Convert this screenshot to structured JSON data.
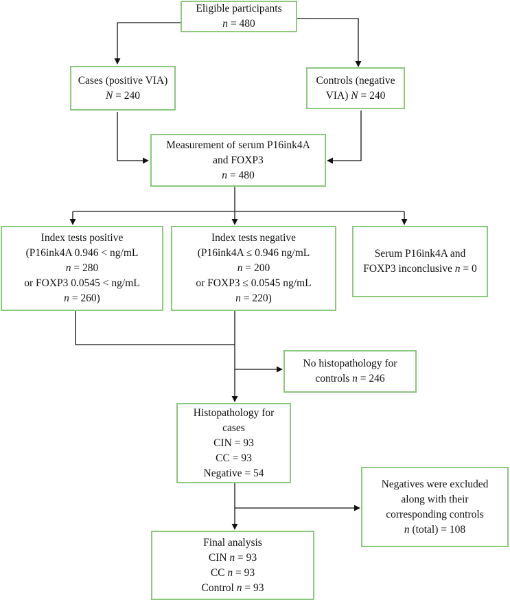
{
  "flowchart": {
    "eligible": {
      "lines": [
        {
          "pre": "Eligible participants",
          "var": "",
          "post": ""
        },
        {
          "pre": "",
          "var": "n",
          "post": " = 480"
        }
      ]
    },
    "cases": {
      "lines": [
        {
          "pre": "Cases (positive VIA)",
          "var": "",
          "post": ""
        },
        {
          "pre": "",
          "var": "N",
          "post": " = 240"
        }
      ]
    },
    "controls": {
      "lines": [
        {
          "pre": "Controls (negative",
          "var": "",
          "post": ""
        },
        {
          "pre": "VIA) ",
          "var": "N",
          "post": " = 240"
        }
      ]
    },
    "measurement": {
      "lines": [
        {
          "pre": "Measurement of serum P16ink4A",
          "var": "",
          "post": ""
        },
        {
          "pre": "and FOXP3",
          "var": "",
          "post": ""
        },
        {
          "pre": "",
          "var": "n",
          "post": " = 480"
        }
      ]
    },
    "index_positive": {
      "lines": [
        {
          "pre": "Index tests positive",
          "var": "",
          "post": ""
        },
        {
          "pre": "(P16ink4A 0.946 < ng/mL",
          "var": "",
          "post": ""
        },
        {
          "pre": "",
          "var": "n",
          "post": " = 280"
        },
        {
          "pre": "or FOXP3 0.0545 < ng/mL",
          "var": "",
          "post": ""
        },
        {
          "pre": "",
          "var": "n",
          "post": " = 260)"
        }
      ]
    },
    "index_negative": {
      "lines": [
        {
          "pre": "Index tests negative",
          "var": "",
          "post": ""
        },
        {
          "pre": "(P16ink4A ≤ 0.946 ng/mL",
          "var": "",
          "post": ""
        },
        {
          "pre": "",
          "var": "n",
          "post": " = 200"
        },
        {
          "pre": "or FOXP3 ≤ 0.0545 ng/mL",
          "var": "",
          "post": ""
        },
        {
          "pre": "",
          "var": "n",
          "post": " = 220)"
        }
      ]
    },
    "inconclusive": {
      "lines": [
        {
          "pre": "Serum P16ink4A and",
          "var": "",
          "post": ""
        },
        {
          "pre": "FOXP3 inconclusive ",
          "var": "n",
          "post": " = 0"
        }
      ]
    },
    "no_histo": {
      "lines": [
        {
          "pre": "No histopathology for",
          "var": "",
          "post": ""
        },
        {
          "pre": "controls ",
          "var": "n",
          "post": " = 246"
        }
      ]
    },
    "histo": {
      "lines": [
        {
          "pre": "Histopathology for",
          "var": "",
          "post": ""
        },
        {
          "pre": "cases",
          "var": "",
          "post": ""
        },
        {
          "pre": "CIN = 93",
          "var": "",
          "post": ""
        },
        {
          "pre": "CC = 93",
          "var": "",
          "post": ""
        },
        {
          "pre": "Negative = 54",
          "var": "",
          "post": ""
        }
      ]
    },
    "excluded": {
      "lines": [
        {
          "pre": "Negatives were excluded",
          "var": "",
          "post": ""
        },
        {
          "pre": "along with their",
          "var": "",
          "post": ""
        },
        {
          "pre": "corresponding controls",
          "var": "",
          "post": ""
        },
        {
          "pre": "",
          "var": "n",
          "post": " (total) = 108"
        }
      ]
    },
    "final": {
      "lines": [
        {
          "pre": "Final analysis",
          "var": "",
          "post": ""
        },
        {
          "pre": "CIN ",
          "var": "n",
          "post": " = 93"
        },
        {
          "pre": "CC ",
          "var": "n",
          "post": " = 93"
        },
        {
          "pre": "Control ",
          "var": "n",
          "post": " = 93"
        }
      ]
    }
  },
  "colors": {
    "box_border": "#8cc87e",
    "arrow": "#111111"
  }
}
